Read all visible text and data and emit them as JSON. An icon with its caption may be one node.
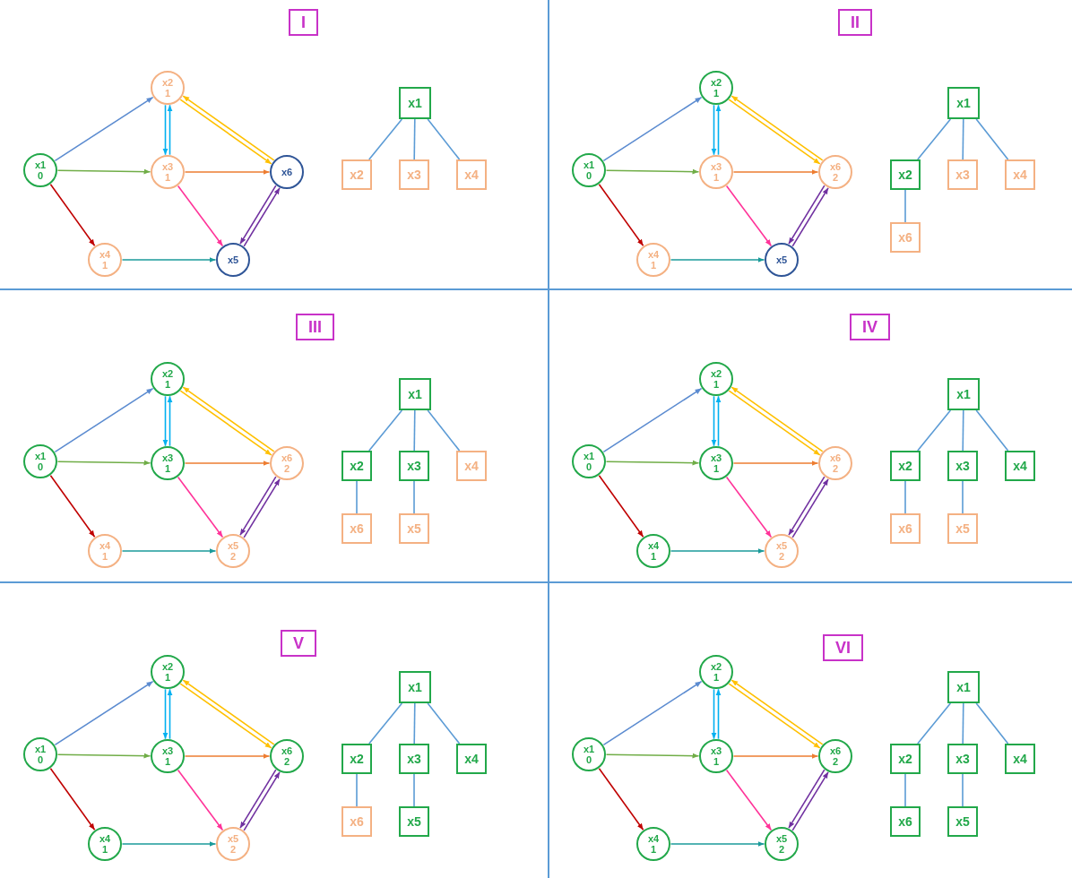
{
  "diagram": {
    "nodes": [
      {
        "text": [
          "I"
        ]
      },
      {
        "text": [
          "x1",
          "0"
        ]
      },
      {
        "text": [
          "x2",
          "1"
        ]
      },
      {
        "text": [
          "x3",
          "1"
        ]
      },
      {
        "text": [
          "x4",
          "1"
        ]
      },
      {
        "text": [
          "x5"
        ]
      },
      {
        "text": [
          "x6"
        ]
      },
      {
        "text": [
          "x1"
        ]
      },
      {
        "text": [
          "x2"
        ]
      },
      {
        "text": [
          "x3"
        ]
      },
      {
        "text": [
          "x4"
        ]
      },
      {
        "text": [
          "II"
        ]
      },
      {
        "text": [
          "x1",
          "0"
        ]
      },
      {
        "text": [
          "x2",
          "1"
        ]
      },
      {
        "text": [
          "x3",
          "1"
        ]
      },
      {
        "text": [
          "x4",
          "1"
        ]
      },
      {
        "text": [
          "x5"
        ]
      },
      {
        "text": [
          "x6",
          "2"
        ]
      },
      {
        "text": [
          "x1"
        ]
      },
      {
        "text": [
          "x2"
        ]
      },
      {
        "text": [
          "x3"
        ]
      },
      {
        "text": [
          "x4"
        ]
      },
      {
        "text": [
          "x6"
        ]
      },
      {
        "text": [
          "III"
        ]
      },
      {
        "text": [
          "x1",
          "0"
        ]
      },
      {
        "text": [
          "x2",
          "1"
        ]
      },
      {
        "text": [
          "x3",
          "1"
        ]
      },
      {
        "text": [
          "x4",
          "1"
        ]
      },
      {
        "text": [
          "x5",
          "2"
        ]
      },
      {
        "text": [
          "x6",
          "2"
        ]
      },
      {
        "text": [
          "x1"
        ]
      },
      {
        "text": [
          "x2"
        ]
      },
      {
        "text": [
          "x3"
        ]
      },
      {
        "text": [
          "x4"
        ]
      },
      {
        "text": [
          "x6"
        ]
      },
      {
        "text": [
          "x5"
        ]
      },
      {
        "text": [
          "IV"
        ]
      },
      {
        "text": [
          "x1",
          "0"
        ]
      },
      {
        "text": [
          "x2",
          "1"
        ]
      },
      {
        "text": [
          "x3",
          "1"
        ]
      },
      {
        "text": [
          "x4",
          "1"
        ]
      },
      {
        "text": [
          "x5",
          "2"
        ]
      },
      {
        "text": [
          "x6",
          "2"
        ]
      },
      {
        "text": [
          "x1"
        ]
      },
      {
        "text": [
          "x2"
        ]
      },
      {
        "text": [
          "x3"
        ]
      },
      {
        "text": [
          "x4"
        ]
      },
      {
        "text": [
          "x6"
        ]
      },
      {
        "text": [
          "x5"
        ]
      },
      {
        "text": [
          "V"
        ]
      },
      {
        "text": [
          "x1",
          "0"
        ]
      },
      {
        "text": [
          "x2",
          "1"
        ]
      },
      {
        "text": [
          "x3",
          "1"
        ]
      },
      {
        "text": [
          "x4",
          "1"
        ]
      },
      {
        "text": [
          "x5",
          "2"
        ]
      },
      {
        "text": [
          "x6",
          "2"
        ]
      },
      {
        "text": [
          "x1"
        ]
      },
      {
        "text": [
          "x2"
        ]
      },
      {
        "text": [
          "x3"
        ]
      },
      {
        "text": [
          "x4"
        ]
      },
      {
        "text": [
          "x6"
        ]
      },
      {
        "text": [
          "x5"
        ]
      },
      {
        "text": [
          "VI"
        ]
      },
      {
        "text": [
          "x1",
          "0"
        ]
      },
      {
        "text": [
          "x2",
          "1"
        ]
      },
      {
        "text": [
          "x3",
          "1"
        ]
      },
      {
        "text": [
          "x4",
          "1"
        ]
      },
      {
        "text": [
          "x5",
          "2"
        ]
      },
      {
        "text": [
          "x6",
          "2"
        ]
      },
      {
        "text": [
          "x1"
        ]
      },
      {
        "text": [
          "x2"
        ]
      },
      {
        "text": [
          "x3"
        ]
      },
      {
        "text": [
          "x4"
        ]
      },
      {
        "text": [
          "x6"
        ]
      },
      {
        "text": [
          "x5"
        ]
      }
    ],
    "edges": [
      {
        "from": 1,
        "to": 2,
        "arrow": "to",
        "color": "#5b8bd0"
      },
      {
        "from": 1,
        "to": 3,
        "arrow": "to",
        "color": "#70ad47"
      },
      {
        "from": 1,
        "to": 4,
        "arrow": "to",
        "color": "#c00000"
      },
      {
        "from": 3,
        "to": 2,
        "arrow": "to",
        "color": "#00b0f0"
      },
      {
        "from": 2,
        "to": 3,
        "arrow": "to",
        "color": "#00b0f0"
      },
      {
        "from": 2,
        "to": 6,
        "arrow": "to",
        "color": "#ffc000"
      },
      {
        "from": 6,
        "to": 2,
        "arrow": "to",
        "color": "#ffc000"
      },
      {
        "from": 3,
        "to": 6,
        "arrow": "to",
        "color": "#ed7d31"
      },
      {
        "from": 3,
        "to": 5,
        "arrow": "to",
        "color": "#ff3399"
      },
      {
        "from": 4,
        "to": 5,
        "arrow": "to",
        "color": "#1a9a9a"
      },
      {
        "from": 6,
        "to": 5,
        "arrow": "to",
        "color": "#7030a0"
      },
      {
        "from": 5,
        "to": 6,
        "arrow": "to",
        "color": "#7030a0"
      },
      {
        "from": 7,
        "to": 8,
        "arrow": "none",
        "color": "#5b9bd5"
      },
      {
        "from": 7,
        "to": 9,
        "arrow": "none",
        "color": "#5b9bd5"
      },
      {
        "from": 7,
        "to": 10,
        "arrow": "none",
        "color": "#5b9bd5"
      },
      {
        "from": 12,
        "to": 13,
        "arrow": "to",
        "color": "#5b8bd0"
      },
      {
        "from": 12,
        "to": 14,
        "arrow": "to",
        "color": "#70ad47"
      },
      {
        "from": 12,
        "to": 15,
        "arrow": "to",
        "color": "#c00000"
      },
      {
        "from": 14,
        "to": 13,
        "arrow": "to",
        "color": "#00b0f0"
      },
      {
        "from": 13,
        "to": 14,
        "arrow": "to",
        "color": "#00b0f0"
      },
      {
        "from": 13,
        "to": 17,
        "arrow": "to",
        "color": "#ffc000"
      },
      {
        "from": 17,
        "to": 13,
        "arrow": "to",
        "color": "#ffc000"
      },
      {
        "from": 14,
        "to": 17,
        "arrow": "to",
        "color": "#ed7d31"
      },
      {
        "from": 14,
        "to": 16,
        "arrow": "to",
        "color": "#ff3399"
      },
      {
        "from": 15,
        "to": 16,
        "arrow": "to",
        "color": "#1a9a9a"
      },
      {
        "from": 17,
        "to": 16,
        "arrow": "to",
        "color": "#7030a0"
      },
      {
        "from": 16,
        "to": 17,
        "arrow": "to",
        "color": "#7030a0"
      },
      {
        "from": 18,
        "to": 19,
        "arrow": "none",
        "color": "#5b9bd5"
      },
      {
        "from": 18,
        "to": 20,
        "arrow": "none",
        "color": "#5b9bd5"
      },
      {
        "from": 18,
        "to": 21,
        "arrow": "none",
        "color": "#5b9bd5"
      },
      {
        "from": 19,
        "to": 22,
        "arrow": "none",
        "color": "#5b9bd5"
      },
      {
        "from": 24,
        "to": 25,
        "arrow": "to",
        "color": "#5b8bd0"
      },
      {
        "from": 24,
        "to": 26,
        "arrow": "to",
        "color": "#70ad47"
      },
      {
        "from": 24,
        "to": 27,
        "arrow": "to",
        "color": "#c00000"
      },
      {
        "from": 26,
        "to": 25,
        "arrow": "to",
        "color": "#00b0f0"
      },
      {
        "from": 25,
        "to": 26,
        "arrow": "to",
        "color": "#00b0f0"
      },
      {
        "from": 25,
        "to": 29,
        "arrow": "to",
        "color": "#ffc000"
      },
      {
        "from": 29,
        "to": 25,
        "arrow": "to",
        "color": "#ffc000"
      },
      {
        "from": 26,
        "to": 29,
        "arrow": "to",
        "color": "#ed7d31"
      },
      {
        "from": 26,
        "to": 28,
        "arrow": "to",
        "color": "#ff3399"
      },
      {
        "from": 27,
        "to": 28,
        "arrow": "to",
        "color": "#1a9a9a"
      },
      {
        "from": 29,
        "to": 28,
        "arrow": "to",
        "color": "#7030a0"
      },
      {
        "from": 28,
        "to": 29,
        "arrow": "to",
        "color": "#7030a0"
      },
      {
        "from": 30,
        "to": 31,
        "arrow": "none",
        "color": "#5b9bd5"
      },
      {
        "from": 30,
        "to": 32,
        "arrow": "none",
        "color": "#5b9bd5"
      },
      {
        "from": 30,
        "to": 33,
        "arrow": "none",
        "color": "#5b9bd5"
      },
      {
        "from": 31,
        "to": 34,
        "arrow": "none",
        "color": "#5b9bd5"
      },
      {
        "from": 32,
        "to": 35,
        "arrow": "none",
        "color": "#5b9bd5"
      },
      {
        "from": 37,
        "to": 38,
        "arrow": "to",
        "color": "#5b8bd0"
      },
      {
        "from": 37,
        "to": 39,
        "arrow": "to",
        "color": "#70ad47"
      },
      {
        "from": 37,
        "to": 40,
        "arrow": "to",
        "color": "#c00000"
      },
      {
        "from": 39,
        "to": 38,
        "arrow": "to",
        "color": "#00b0f0"
      },
      {
        "from": 38,
        "to": 39,
        "arrow": "to",
        "color": "#00b0f0"
      },
      {
        "from": 38,
        "to": 42,
        "arrow": "to",
        "color": "#ffc000"
      },
      {
        "from": 42,
        "to": 38,
        "arrow": "to",
        "color": "#ffc000"
      },
      {
        "from": 39,
        "to": 42,
        "arrow": "to",
        "color": "#ed7d31"
      },
      {
        "from": 39,
        "to": 41,
        "arrow": "to",
        "color": "#ff3399"
      },
      {
        "from": 40,
        "to": 41,
        "arrow": "to",
        "color": "#1a9a9a"
      },
      {
        "from": 42,
        "to": 41,
        "arrow": "to",
        "color": "#7030a0"
      },
      {
        "from": 41,
        "to": 42,
        "arrow": "to",
        "color": "#7030a0"
      },
      {
        "from": 43,
        "to": 44,
        "arrow": "none",
        "color": "#5b9bd5"
      },
      {
        "from": 43,
        "to": 45,
        "arrow": "none",
        "color": "#5b9bd5"
      },
      {
        "from": 43,
        "to": 46,
        "arrow": "none",
        "color": "#5b9bd5"
      },
      {
        "from": 44,
        "to": 47,
        "arrow": "none",
        "color": "#5b9bd5"
      },
      {
        "from": 45,
        "to": 48,
        "arrow": "none",
        "color": "#5b9bd5"
      },
      {
        "from": 50,
        "to": 51,
        "arrow": "to",
        "color": "#5b8bd0"
      },
      {
        "from": 50,
        "to": 52,
        "arrow": "to",
        "color": "#70ad47"
      },
      {
        "from": 50,
        "to": 53,
        "arrow": "to",
        "color": "#c00000"
      },
      {
        "from": 52,
        "to": 51,
        "arrow": "to",
        "color": "#00b0f0"
      },
      {
        "from": 51,
        "to": 52,
        "arrow": "to",
        "color": "#00b0f0"
      },
      {
        "from": 51,
        "to": 55,
        "arrow": "to",
        "color": "#ffc000"
      },
      {
        "from": 55,
        "to": 51,
        "arrow": "to",
        "color": "#ffc000"
      },
      {
        "from": 52,
        "to": 55,
        "arrow": "to",
        "color": "#ed7d31"
      },
      {
        "from": 52,
        "to": 54,
        "arrow": "to",
        "color": "#ff3399"
      },
      {
        "from": 53,
        "to": 54,
        "arrow": "to",
        "color": "#1a9a9a"
      },
      {
        "from": 55,
        "to": 54,
        "arrow": "to",
        "color": "#7030a0"
      },
      {
        "from": 54,
        "to": 55,
        "arrow": "to",
        "color": "#7030a0"
      },
      {
        "from": 56,
        "to": 57,
        "arrow": "none",
        "color": "#5b9bd5"
      },
      {
        "from": 56,
        "to": 58,
        "arrow": "none",
        "color": "#5b9bd5"
      },
      {
        "from": 56,
        "to": 59,
        "arrow": "none",
        "color": "#5b9bd5"
      },
      {
        "from": 57,
        "to": 60,
        "arrow": "none",
        "color": "#5b9bd5"
      },
      {
        "from": 58,
        "to": 61,
        "arrow": "none",
        "color": "#5b9bd5"
      },
      {
        "from": 63,
        "to": 64,
        "arrow": "to",
        "color": "#5b8bd0"
      },
      {
        "from": 63,
        "to": 65,
        "arrow": "to",
        "color": "#70ad47"
      },
      {
        "from": 63,
        "to": 66,
        "arrow": "to",
        "color": "#c00000"
      },
      {
        "from": 65,
        "to": 64,
        "arrow": "to",
        "color": "#00b0f0"
      },
      {
        "from": 64,
        "to": 65,
        "arrow": "to",
        "color": "#00b0f0"
      },
      {
        "from": 64,
        "to": 68,
        "arrow": "to",
        "color": "#ffc000"
      },
      {
        "from": 68,
        "to": 64,
        "arrow": "to",
        "color": "#ffc000"
      },
      {
        "from": 65,
        "to": 68,
        "arrow": "to",
        "color": "#ed7d31"
      },
      {
        "from": 65,
        "to": 67,
        "arrow": "to",
        "color": "#ff3399"
      },
      {
        "from": 66,
        "to": 67,
        "arrow": "to",
        "color": "#1a9a9a"
      },
      {
        "from": 68,
        "to": 67,
        "arrow": "to",
        "color": "#7030a0"
      },
      {
        "from": 67,
        "to": 68,
        "arrow": "to",
        "color": "#7030a0"
      },
      {
        "from": 69,
        "to": 70,
        "arrow": "none",
        "color": "#5b9bd5"
      },
      {
        "from": 69,
        "to": 71,
        "arrow": "none",
        "color": "#5b9bd5"
      },
      {
        "from": 69,
        "to": 72,
        "arrow": "none",
        "color": "#5b9bd5"
      },
      {
        "from": 70,
        "to": 73,
        "arrow": "none",
        "color": "#5b9bd5"
      },
      {
        "from": 71,
        "to": 74,
        "arrow": "none",
        "color": "#5b9bd5"
      }
    ]
  }
}
